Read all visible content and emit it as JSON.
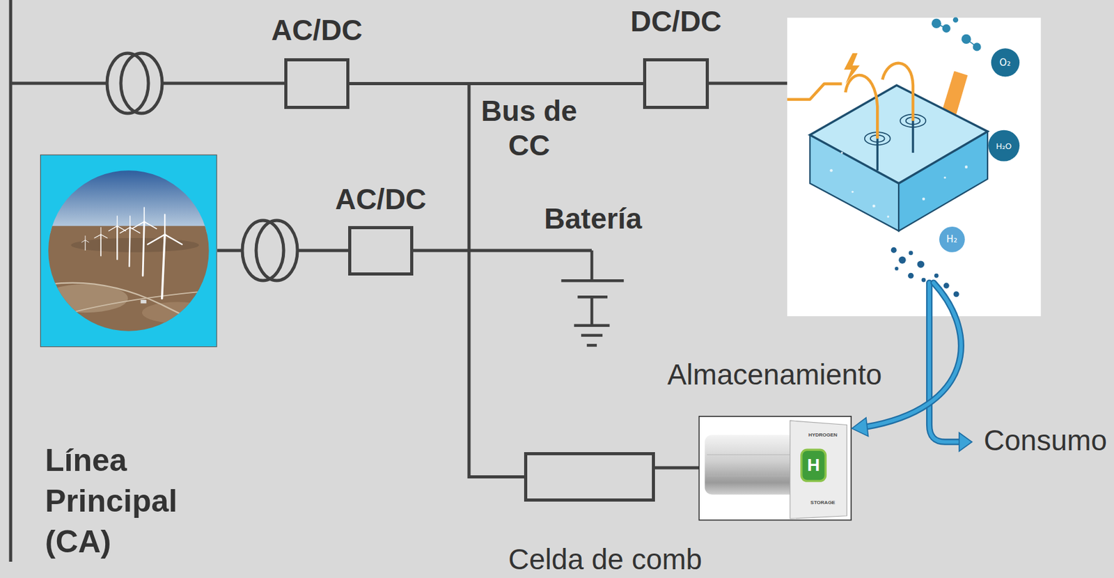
{
  "diagram": {
    "nodes": [
      {
        "text": [
          "AC/DC"
        ]
      },
      {
        "text": [
          "DC/DC"
        ]
      },
      {
        "text": [
          "AC/DC"
        ]
      },
      {
        "text": [
          "Celda de comb"
        ]
      }
    ],
    "edges": [
      {
        "from": 0,
        "to": 1,
        "arrow": "none"
      },
      {
        "from": 0,
        "to": 3,
        "arrow": "none"
      }
    ],
    "labels": [
      "Línea Principal (CA)",
      "Bus de CC",
      "Batería",
      "O₂",
      "H₂O",
      "H₂",
      "Almacenamiento",
      "Consumo",
      "HYDROGEN",
      "H",
      "STORAGE"
    ]
  }
}
